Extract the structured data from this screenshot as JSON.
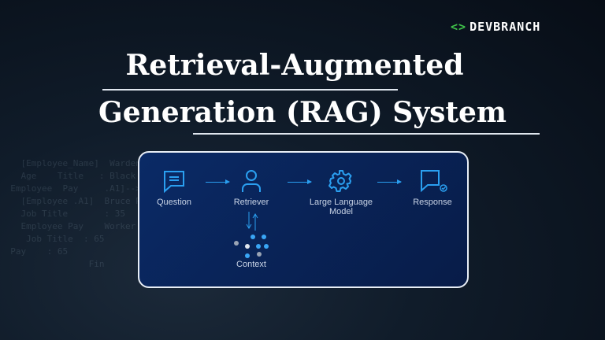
{
  "brand": {
    "name": "DEVBRANCH",
    "icon": "code-brackets-icon"
  },
  "title": {
    "line1": "Retrieval-Augmented",
    "line2": "Generation (RAG) System"
  },
  "diagram": {
    "nodes": [
      {
        "label": "Question",
        "icon": "chat-icon"
      },
      {
        "label": "Retriever",
        "icon": "user-icon"
      },
      {
        "label": "Large Language Model",
        "icon": "gear-icon"
      },
      {
        "label": "Response",
        "icon": "chat-check-icon"
      },
      {
        "label": "Context",
        "icon": "dots-cluster-icon"
      }
    ],
    "accent": "#2a9ff0"
  }
}
